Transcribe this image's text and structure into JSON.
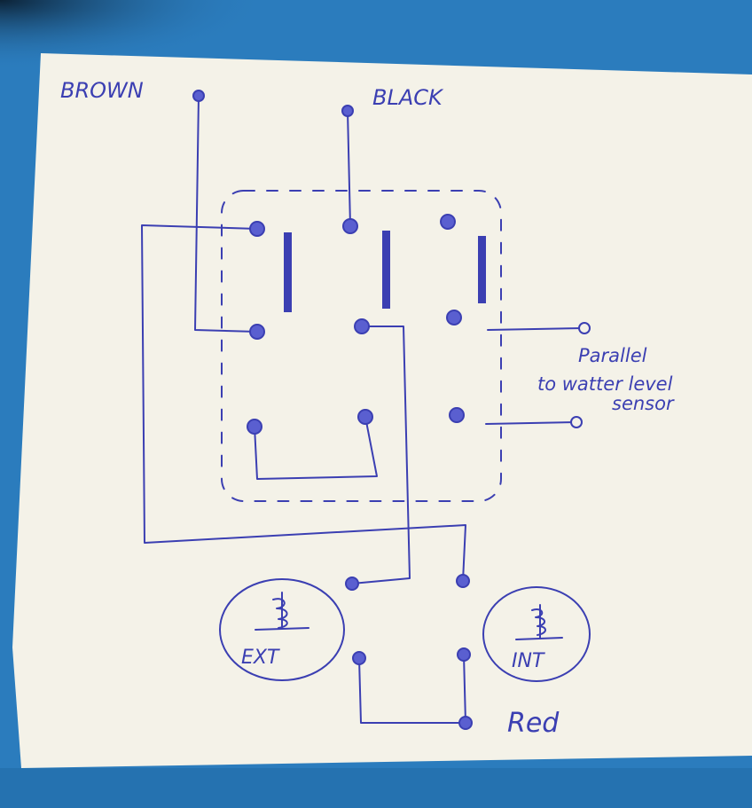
{
  "labels": {
    "brown": "BROWN",
    "black": "BLACK",
    "note_line1": "Parallel",
    "note_line2": "to watter level",
    "note_line3": "sensor",
    "ext": "EXT",
    "int": "INT",
    "red": "Red"
  },
  "colors": {
    "background_mat": "#2b7cbd",
    "paper": "#f4f2e8",
    "ink": "#3b3fb2"
  }
}
